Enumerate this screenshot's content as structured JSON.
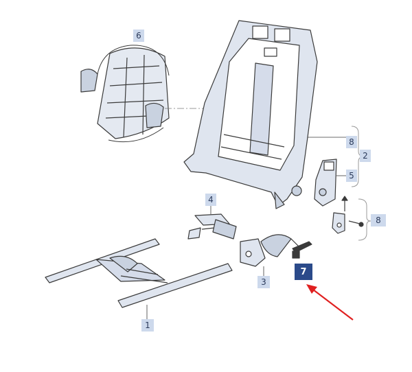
{
  "callouts": [
    {
      "id": "c6",
      "label": "6"
    },
    {
      "id": "c8a",
      "label": "8"
    },
    {
      "id": "c2",
      "label": "2"
    },
    {
      "id": "c5",
      "label": "5"
    },
    {
      "id": "c4",
      "label": "4"
    },
    {
      "id": "c8b",
      "label": "8"
    },
    {
      "id": "c3",
      "label": "3"
    },
    {
      "id": "c7",
      "label": "7"
    },
    {
      "id": "c1",
      "label": "1"
    }
  ],
  "colors": {
    "line": "#3a3a3a",
    "frame_fill": "#dfe5ef",
    "callout_bg": "#cdd9ec",
    "callout_selected_bg": "#2b4a8a",
    "arrow": "#e02020"
  }
}
